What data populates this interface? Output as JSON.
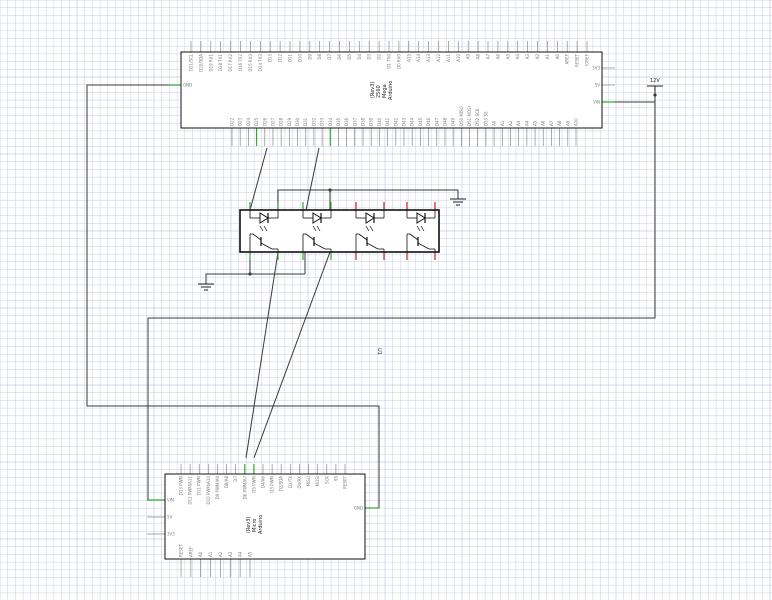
{
  "arduino_mega": {
    "name_lines": [
      "Arduino",
      "Mega",
      "2560",
      "(Rev3)"
    ],
    "left_pins": [
      "GND"
    ],
    "right_pins": [
      "3V3",
      "5V",
      "VIN"
    ],
    "top_pins": [
      "D21/SCL",
      "D20/SDA",
      "D19 RX1",
      "D18 TX1",
      "D17 RX2",
      "D16 TX2",
      "D15 RX3",
      "D14 TX3",
      "D13",
      "D12",
      "D11",
      "D10",
      "D9",
      "D8",
      "D7",
      "D6",
      "D5",
      "D4",
      "D3",
      "D2",
      "D1 TX0",
      "D0 RX0",
      "A15",
      "A14",
      "A13",
      "A12",
      "A11",
      "A10",
      "A9",
      "A8",
      "A7",
      "A6",
      "A5",
      "A4",
      "A3",
      "A2",
      "A1",
      "A0",
      "AREF",
      "RESET",
      "IOREF"
    ],
    "bottom_pins": [
      "D22",
      "D23",
      "D24",
      "D25",
      "D26",
      "D27",
      "D28",
      "D29",
      "D30",
      "D31",
      "D32",
      "D33",
      "D34",
      "D35",
      "D36",
      "D37",
      "D38",
      "D39",
      "D40",
      "D41",
      "D42",
      "D43",
      "D44",
      "D45",
      "D46",
      "D47",
      "D48",
      "D49",
      "D50 MISO",
      "D51 MOSI",
      "D52 SCK",
      "D53 SS",
      "A0",
      "A1",
      "A2",
      "A3",
      "A4",
      "A5",
      "A6",
      "A7",
      "A8",
      "A9",
      "A10"
    ]
  },
  "arduino_micro": {
    "name_lines": [
      "Arduino",
      "Micro",
      "(Rev3)"
    ],
    "left_pins": [
      "VIN",
      "5V",
      "3V3"
    ],
    "right_pins": [
      "GND"
    ],
    "top_pins": [
      "D13 PWM",
      "D12 PWM/A11",
      "D11 PWM",
      "D10 PWM/A10",
      "D9 PWM/A9",
      "D8/A8",
      "D7",
      "D6 PWM/A7",
      "D5 PWM",
      "D4/A6",
      "D3 PWM",
      "D2/SDA",
      "D1/TX",
      "D0/RX",
      "MISO",
      "MOSI",
      "SCK",
      "SS",
      "RESET"
    ],
    "bottom_pins": [
      "RESET",
      "AREF",
      "A0",
      "A1",
      "A2",
      "A3",
      "A4",
      "A5"
    ]
  },
  "optocoupler": {
    "channels": 4
  },
  "supply_label": "12V",
  "part_label": "U1",
  "colors": {
    "wire": "#3a3a3a",
    "connected_pin": "#2faa2f",
    "unconnected_pin": "#cc2222",
    "grid": "#c8cde6",
    "grid_major": "#aab2d8"
  }
}
